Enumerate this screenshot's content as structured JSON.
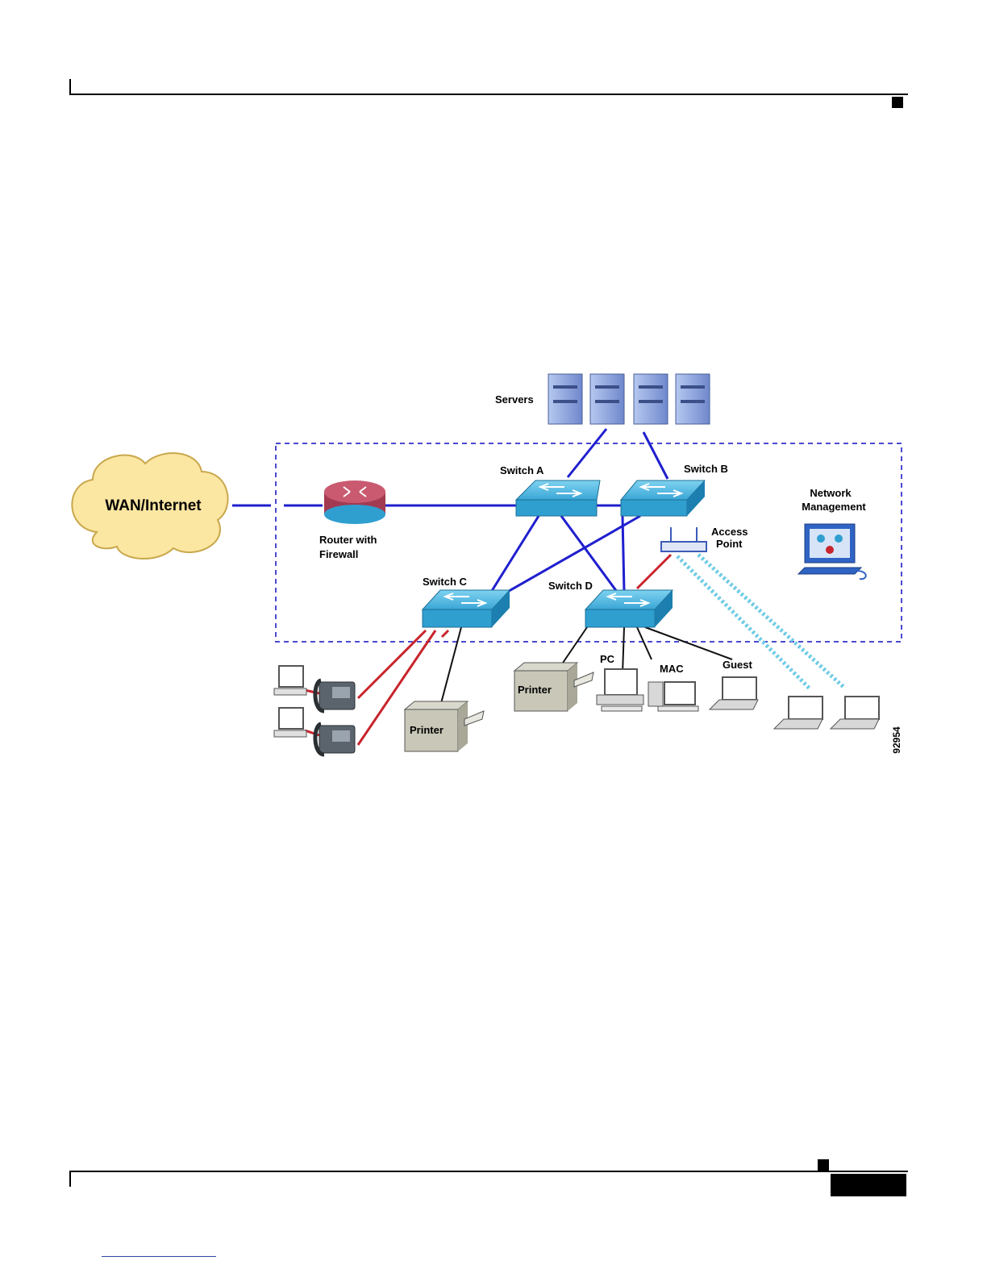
{
  "diagram": {
    "labels": {
      "wan": "WAN/Internet",
      "router_line1": "Router with",
      "router_line2": "Firewall",
      "servers": "Servers",
      "switch_a": "Switch A",
      "switch_b": "Switch B",
      "switch_c": "Switch C",
      "switch_d": "Switch D",
      "network_mgmt_line1": "Network",
      "network_mgmt_line2": "Management",
      "access_point_line1": "Access",
      "access_point_line2": "Point",
      "printer": "Printer",
      "pc": "PC",
      "mac": "MAC",
      "guest": "Guest",
      "figure_id": "92954"
    },
    "colors": {
      "backbone": "#1f1fcf",
      "voice": "#c8242c",
      "wired": "#111111",
      "wireless": "#6ecbe6",
      "cloud": "#fbe6a2",
      "switch": "#2f9fd0",
      "router": "#b0435a",
      "server": "#8fa8e0",
      "boundary": "#4a4ad0"
    },
    "icons": [
      "cloud-icon",
      "router-icon",
      "server-icon",
      "switch-icon",
      "access-point-icon",
      "management-console-icon",
      "ip-phone-icon",
      "computer-icon",
      "printer-icon",
      "laptop-icon",
      "mac-icon"
    ]
  }
}
